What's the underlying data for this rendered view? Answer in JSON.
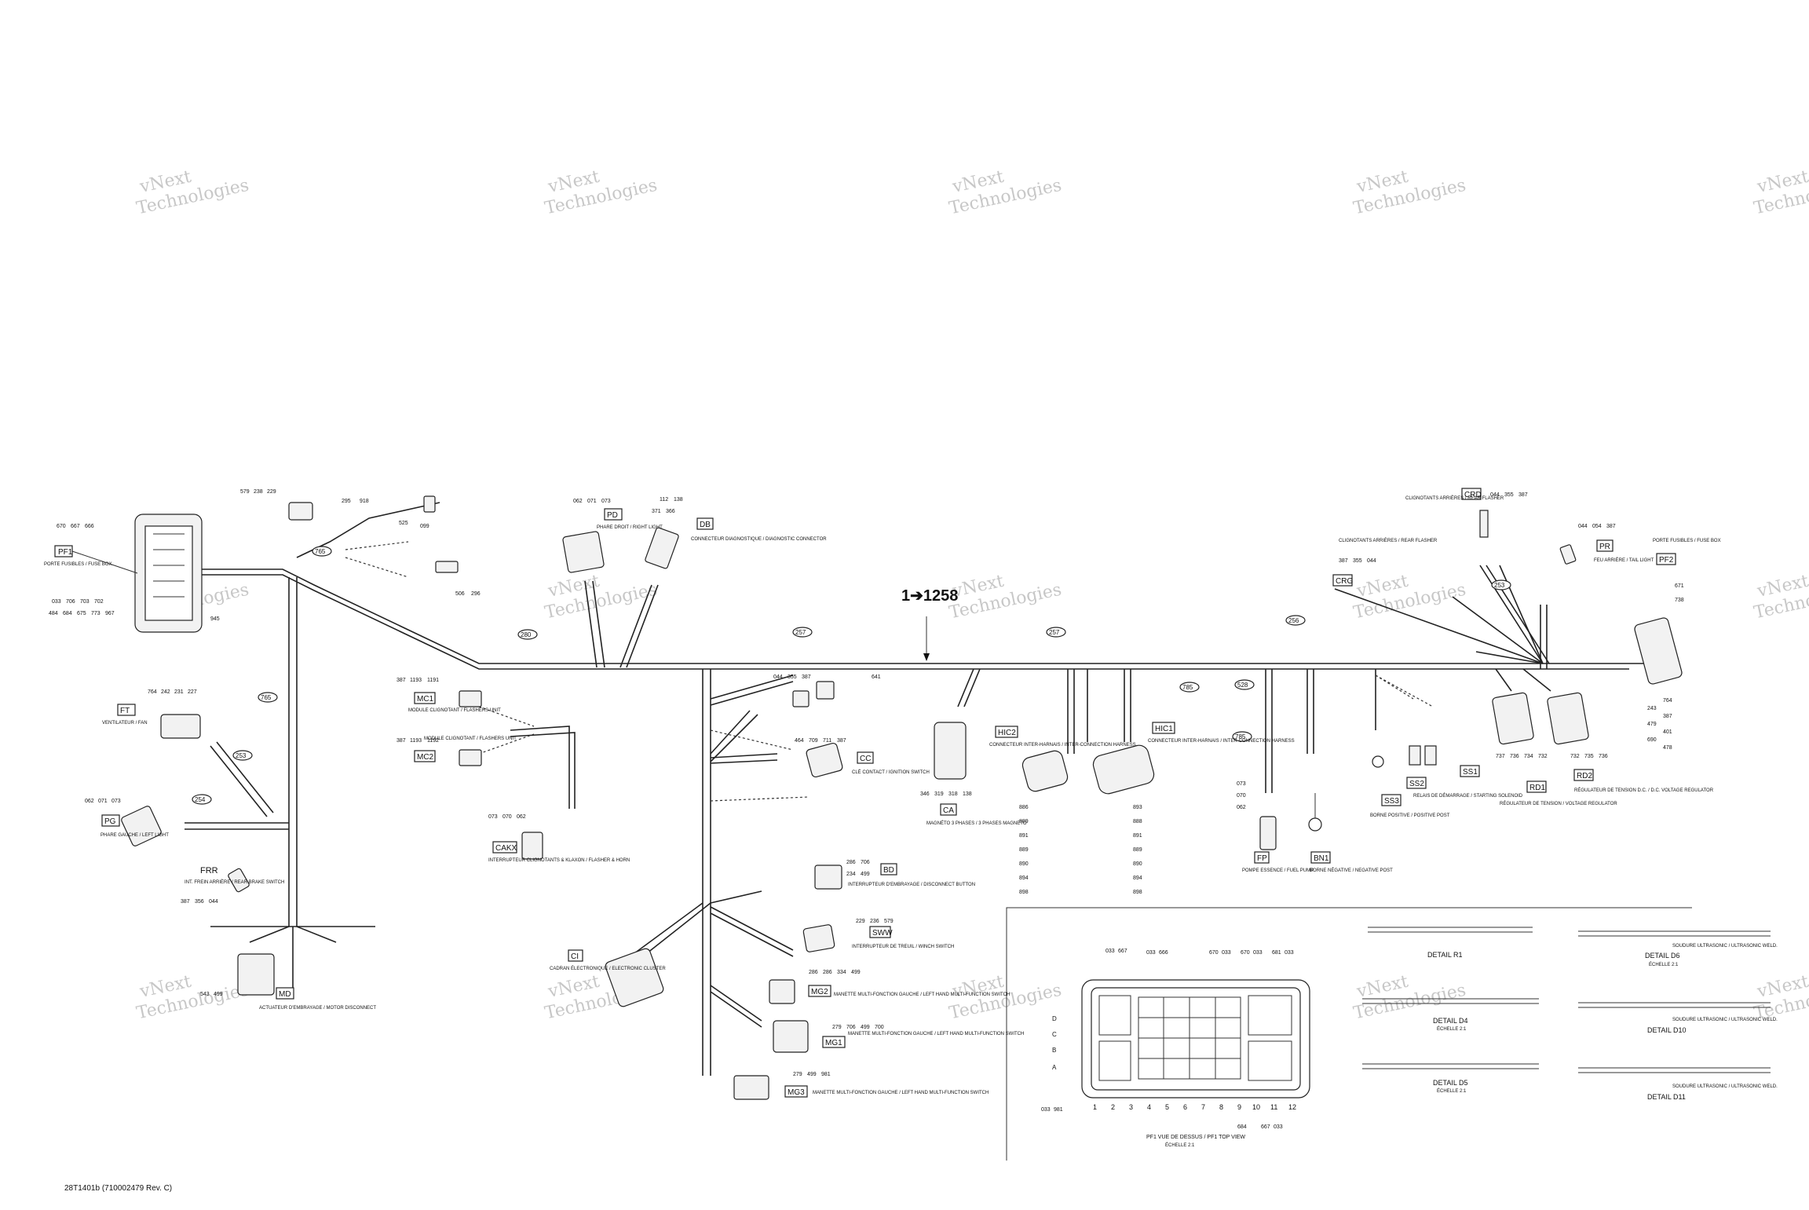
{
  "drawing": {
    "overall_length": "1➔1258",
    "footer_ref": "28T1401b (710002479 Rev. C)",
    "watermark": [
      "vNext",
      "Technologies"
    ]
  },
  "connectors": [
    {
      "id": "PF1",
      "desc": "PORTE FUSIBLES / FUSE BOX"
    },
    {
      "id": "FT",
      "desc": "VENTILATEUR / FAN"
    },
    {
      "id": "PG",
      "desc": "PHARE GAUCHE / LEFT LIGHT"
    },
    {
      "id": "FRR",
      "desc": "INT. FREIN ARRIÈRE / REAR BRAKE SWITCH"
    },
    {
      "id": "MD",
      "desc": "ACTUATEUR D'EMBRAYAGE / MOTOR DISCONNECT"
    },
    {
      "id": "MC1",
      "desc": "MODULE CLIGNOTANT / FLASHERS UNIT"
    },
    {
      "id": "MC2",
      "desc": "MODULE CLIGNOTANT / FLASHERS UNIT"
    },
    {
      "id": "CAKX",
      "desc": "INTERRUPTEUR CLIGNOTANTS & KLAXON / FLASHER & HORN"
    },
    {
      "id": "CI",
      "desc": "CADRAN ÉLECTRONIQUE / ELECTRONIC CLUSTER"
    },
    {
      "id": "PD",
      "desc": "PHARE DROIT / RIGHT LIGHT"
    },
    {
      "id": "DB",
      "desc": "CONNECTEUR DIAGNOSTIQUE / DIAGNOSTIC CONNECTOR"
    },
    {
      "id": "CC",
      "desc": "CLÉ CONTACT / IGNITION SWITCH"
    },
    {
      "id": "BD",
      "desc": "INTERRUPTEUR D'EMBRAYAGE / DISCONNECT BUTTON"
    },
    {
      "id": "SWW",
      "desc": "INTERRUPTEUR DE TREUIL / WINCH SWITCH"
    },
    {
      "id": "MG2",
      "desc": "MANETTE MULTI-FONCTION GAUCHE / LEFT HAND MULTI-FUNCTION SWITCH"
    },
    {
      "id": "MG1",
      "desc": "MANETTE MULTI-FONCTION GAUCHE / LEFT HAND MULTI-FUNCTION SWITCH"
    },
    {
      "id": "MG3",
      "desc": "MANETTE MULTI-FONCTION GAUCHE / LEFT HAND MULTI-FUNCTION SWITCH"
    },
    {
      "id": "CA",
      "desc": "MAGNÉTO 3 PHASES / 3 PHASES MAGNETO"
    },
    {
      "id": "HIC2",
      "desc": "CONNECTEUR INTER-HARNAIS / INTER-CONNECTION HARNESS"
    },
    {
      "id": "HIC1",
      "desc": "CONNECTEUR INTER-HARNAIS / INTER-CONNECTION HARNESS"
    },
    {
      "id": "FP",
      "desc": "POMPE ESSENCE / FUEL PUMP"
    },
    {
      "id": "BN1",
      "desc": "BORNE NÉGATIVE / NEGATIVE POST"
    },
    {
      "id": "SS2",
      "desc": "RELAIS DE DÉMARRAGE / STARTING SOLENOID"
    },
    {
      "id": "SS1",
      "desc": ""
    },
    {
      "id": "SS3",
      "desc": "BORNE POSITIVE / POSITIVE POST"
    },
    {
      "id": "RD1",
      "desc": "RÉGULATEUR DE TENSION / VOLTAGE REGULATOR"
    },
    {
      "id": "RD2",
      "desc": "RÉGULATEUR DE TENSION D.C. / D.C. VOLTAGE REGULATOR"
    },
    {
      "id": "CRD",
      "desc": "CLIGNOTANTS ARRIÈRES / REAR FLASHER"
    },
    {
      "id": "CRG",
      "desc": "CLIGNOTANTS ARRIÈRES / REAR FLASHER"
    },
    {
      "id": "PR",
      "desc": "FEU ARRIÈRE / TAIL LIGHT"
    },
    {
      "id": "PF2",
      "desc": "PORTE FUSIBLES / FUSE BOX"
    }
  ],
  "segments": [
    "765",
    "280",
    "257",
    "257",
    "256",
    "253",
    "254",
    "765",
    "785",
    "528",
    "785",
    "253"
  ],
  "details": [
    {
      "name": "DETAIL R1"
    },
    {
      "name": "DETAIL D4",
      "scale": "ÉCHELLE 2:1"
    },
    {
      "name": "DETAIL D5",
      "scale": "ÉCHELLE 2:1"
    },
    {
      "name": "DETAIL D6",
      "scale": "ÉCHELLE 2:1",
      "weld": "SOUDURE ULTRASONIC / ULTRASONIC WELD."
    },
    {
      "name": "DETAIL D10",
      "weld": "SOUDURE ULTRASONIC / ULTRASONIC WELD."
    },
    {
      "name": "DETAIL D11",
      "weld": "SOUDURE ULTRASONIC / ULTRASONIC WELD."
    }
  ],
  "fusebox_view": {
    "title": "PF1 VUE DE DESSUS / PF1 TOP VIEW",
    "scale": "ÉCHELLE 2:1",
    "rows": [
      "D",
      "C",
      "B",
      "A"
    ],
    "columns": [
      "1",
      "2",
      "3",
      "4",
      "5",
      "6",
      "7",
      "8",
      "9",
      "10",
      "11",
      "12"
    ],
    "callouts_top": [
      "033",
      "667",
      "033",
      "666",
      "670",
      "033",
      "670",
      "033",
      "681",
      "033"
    ],
    "callouts_bottom": [
      "033",
      "981",
      "684",
      "667",
      "033"
    ]
  },
  "callout_groups": {
    "PF1": [
      "670",
      "667",
      "666",
      "033",
      "706",
      "703",
      "702",
      "484",
      "684",
      "675",
      "773",
      "967",
      "945"
    ],
    "FT": [
      "764",
      "242",
      "231",
      "227"
    ],
    "PG": [
      "062",
      "071",
      "073"
    ],
    "FRR": [
      "387",
      "356",
      "044"
    ],
    "MD": [
      "543",
      "499"
    ],
    "MC1": [
      "387",
      "1193",
      "1191"
    ],
    "MC2": [
      "387",
      "1193",
      "1192"
    ],
    "CAKX": [
      "073",
      "070",
      "062"
    ],
    "PD": [
      "062",
      "071",
      "073"
    ],
    "DB": [
      "112",
      "138",
      "371",
      "366"
    ],
    "CC": [
      "464",
      "709",
      "711",
      "387"
    ],
    "BD": [
      "286",
      "706",
      "234",
      "499"
    ],
    "SWW": [
      "229",
      "236",
      "579"
    ],
    "MG2": [
      "286",
      "286",
      "334",
      "499"
    ],
    "MG1": [
      "279",
      "706",
      "499",
      "700"
    ],
    "MG3": [
      "279",
      "499",
      "981"
    ],
    "CA": [
      "346",
      "319",
      "318",
      "138"
    ],
    "HIC2": [
      "886",
      "889",
      "891",
      "889",
      "890",
      "894",
      "898"
    ],
    "HIC1": [
      "893",
      "888",
      "891",
      "889",
      "890",
      "894",
      "898"
    ],
    "FP": [
      "073",
      "070",
      "062"
    ],
    "RD2": [
      "732",
      "735",
      "736"
    ],
    "RD1": [
      "737",
      "736",
      "734",
      "732"
    ],
    "CRD": [
      "044",
      "355",
      "387"
    ],
    "CRG": [
      "387",
      "355",
      "044"
    ],
    "PR": [
      "044",
      "054",
      "387"
    ],
    "PF2": [
      "671",
      "738",
      "764",
      "243",
      "387",
      "479",
      "401",
      "690",
      "478"
    ],
    "winch": [
      "579",
      "238",
      "229",
      "295",
      "918",
      "525",
      "099",
      "506",
      "296"
    ],
    "dc": [
      "044",
      "355",
      "387",
      "641"
    ]
  }
}
